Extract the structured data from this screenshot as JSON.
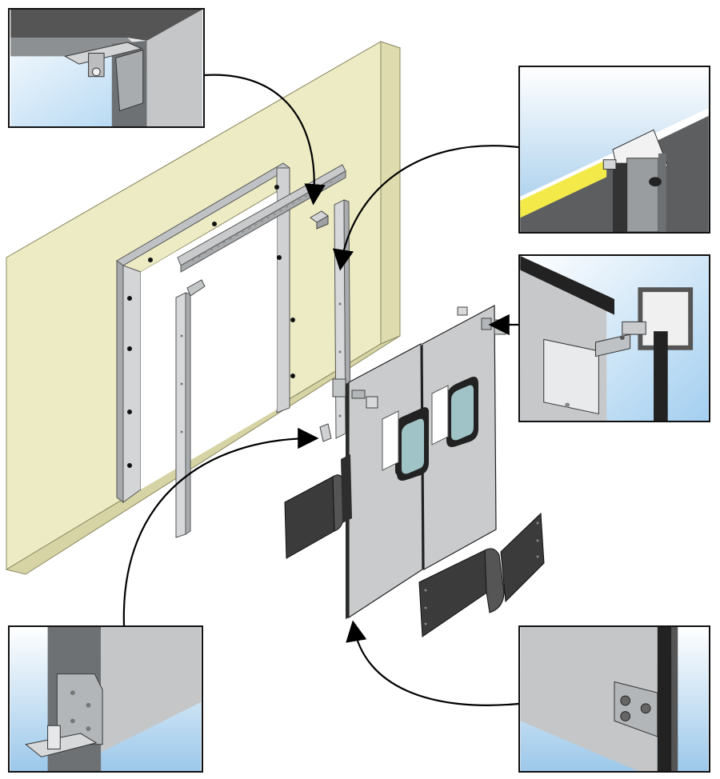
{
  "figure": {
    "description_visible_text": "",
    "colors": {
      "wall": "#ecebc4",
      "wall_side": "#dedcae",
      "frame_metal": "#bfc2c4",
      "door_panel": "#c9cbcc",
      "bumper": "#3b3b3b",
      "window_frame": "#222222",
      "window_glass": "#9fc3c6",
      "sky_top": "#ffffff",
      "sky_bottom": "#9cc8ea",
      "floor_stripe": "#f3ea4a"
    },
    "detail_views": [
      {
        "id": "top-corner-bracket",
        "icon": "bracket-icon"
      },
      {
        "id": "top-pivot-channel",
        "icon": "pivot-icon"
      },
      {
        "id": "hinge-plate",
        "icon": "hinge-icon"
      },
      {
        "id": "bottom-pivot-plate",
        "icon": "bottom-pivot-icon"
      },
      {
        "id": "door-bottom-corner",
        "icon": "door-corner-icon"
      }
    ]
  }
}
